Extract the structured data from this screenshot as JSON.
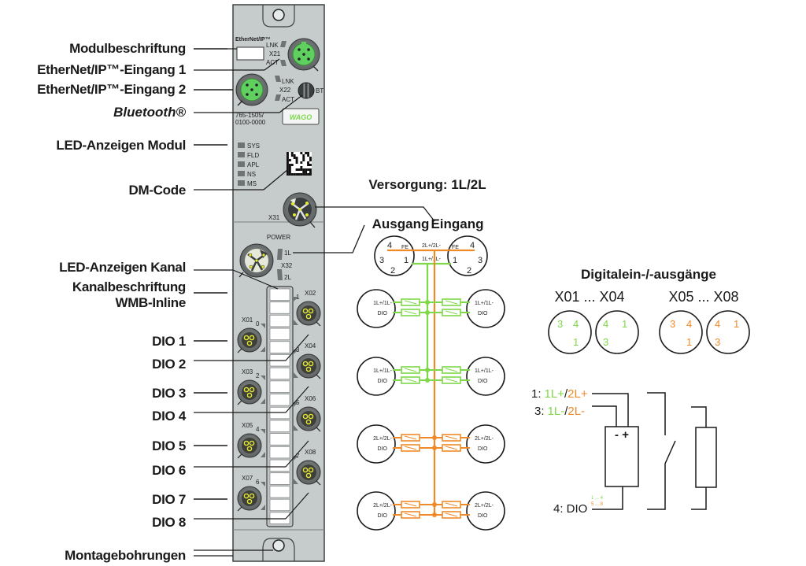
{
  "colors": {
    "green": "#7ed84a",
    "orange": "#f08a28",
    "housing": "#c6cbcb",
    "housing_stroke": "#555a5a",
    "connector_green": "#5fd05f",
    "led_dark": "#6f7373",
    "black": "#1a1a1a"
  },
  "callouts": {
    "modulbeschriftung": "Modulbeschriftung",
    "ethernet_1": "EtherNet/IP™-Eingang 1",
    "ethernet_2": "EtherNet/IP™-Eingang 2",
    "bluetooth": "Bluetooth®",
    "led_modul": "LED-Anzeigen Modul",
    "dm_code": "DM-Code",
    "led_kanal": "LED-Anzeigen Kanal",
    "kanalbeschriftung_1": "Kanalbeschriftung",
    "kanalbeschriftung_2": "WMB-Inline",
    "dio": [
      "DIO 1",
      "DIO 2",
      "DIO 3",
      "DIO 4",
      "DIO 5",
      "DIO 6",
      "DIO 7",
      "DIO 8"
    ],
    "montage": "Montagebohrungen"
  },
  "module": {
    "brand_small": "EtherNet/IP™",
    "x21": "X21",
    "x22": "X22",
    "lnk": "LNK",
    "act": "ACT",
    "bt": "BT",
    "part_1": "765-1505/",
    "part_2": "0100-0000",
    "logo": "WAGO",
    "leds": [
      "SYS",
      "FLD",
      "APL",
      "NS",
      "MS"
    ],
    "x31": "X31",
    "power": "POWER",
    "x32": "X32",
    "l1": "1L",
    "l2": "2L",
    "ports_left": [
      {
        "name": "X01",
        "num": "0"
      },
      {
        "name": "X03",
        "num": "2"
      },
      {
        "name": "X05",
        "num": "4"
      },
      {
        "name": "X07",
        "num": "6"
      }
    ],
    "ports_right": [
      {
        "name": "X02",
        "num": "1"
      },
      {
        "name": "X04",
        "num": "3"
      },
      {
        "name": "X06",
        "num": "5"
      },
      {
        "name": "X08",
        "num": "7"
      }
    ]
  },
  "supply": {
    "title": "Versorgung: 1L/2L",
    "ausgang": "Ausgang",
    "eingang": "Eingang",
    "fe": "FE",
    "bus_2l": "2L+/2L-",
    "bus_1l": "1L+/1L-",
    "pins": {
      "p1": "1",
      "p2": "2",
      "p3": "3",
      "p4": "4"
    },
    "channels": [
      {
        "supply": "1L+/1L-",
        "signal": "DIO",
        "color": "green"
      },
      {
        "supply": "1L+/1L-",
        "signal": "DIO",
        "color": "green"
      },
      {
        "supply": "2L+/2L-",
        "signal": "DIO",
        "color": "orange"
      },
      {
        "supply": "2L+/2L-",
        "signal": "DIO",
        "color": "orange"
      }
    ]
  },
  "digital": {
    "title": "Digitalein-/-ausgänge",
    "range_a": "X01 ... X04",
    "range_b": "X05 ... X08",
    "pin_1": "1",
    "pin_3": "3",
    "pin_4": "4",
    "row1_prefix": "1:",
    "row1_green": "1L+",
    "row1_slash": "/",
    "row1_orange": "2L+",
    "row3_prefix": "3:",
    "row3_green": "1L-",
    "row3_slash": "/",
    "row3_orange": "2L-",
    "row4": "4: DIO",
    "dio_green_range": "1 ... 4",
    "dio_orange_range": "5 ... 8",
    "sensor_polarity": "- +"
  }
}
